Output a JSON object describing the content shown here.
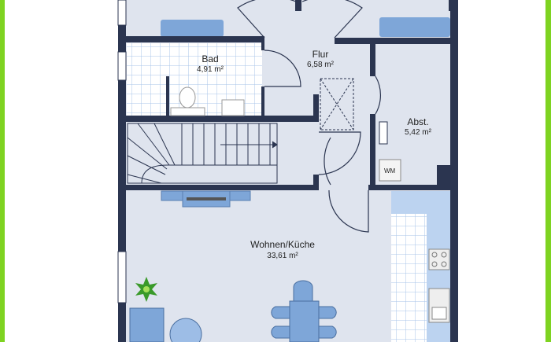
{
  "rooms": [
    {
      "name": "Bad",
      "area": "4,91 m²"
    },
    {
      "name": "Flur",
      "area": "6,58 m²"
    },
    {
      "name": "Abst.",
      "area": "5,42 m²"
    },
    {
      "name": "Wohnen/Küche",
      "area": "33,61 m²"
    }
  ],
  "appliances": {
    "washer": "WM"
  },
  "colors": {
    "wall": "#2b3550",
    "floor": "#dfe4ee",
    "furniture": "#7ea6d8",
    "border": "#7ed321"
  }
}
